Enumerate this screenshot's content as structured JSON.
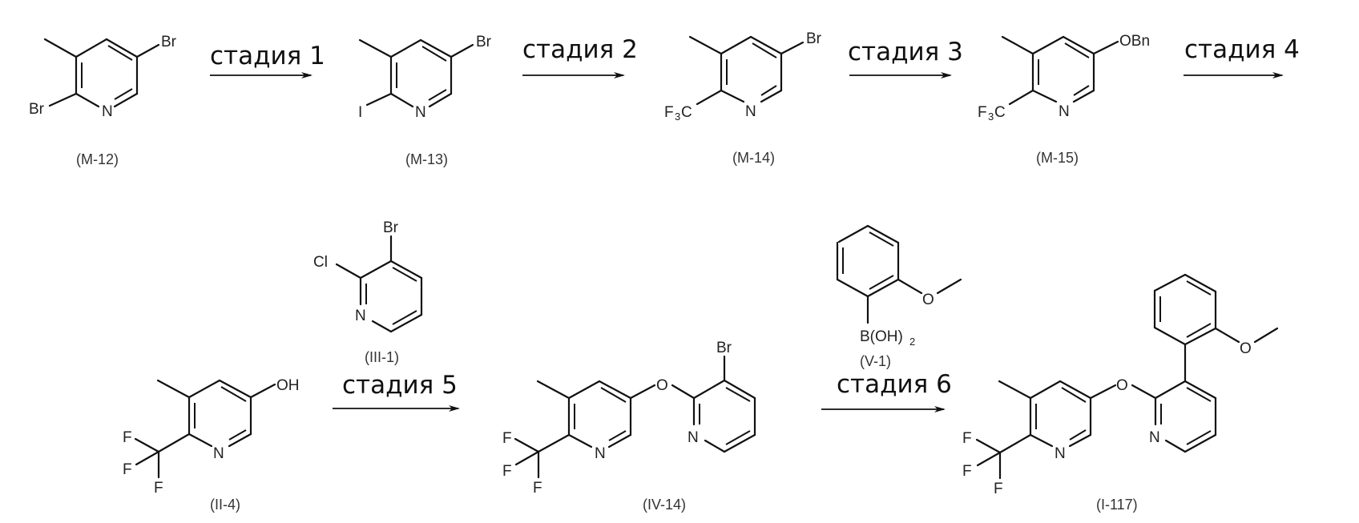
{
  "scheme": {
    "type": "reaction-scheme",
    "stages": [
      {
        "label": "стадия 1",
        "from": "M-12",
        "to": "M-13"
      },
      {
        "label": "стадия 2",
        "from": "M-13",
        "to": "M-14"
      },
      {
        "label": "стадия 3",
        "from": "M-14",
        "to": "M-15"
      },
      {
        "label": "стадия 4",
        "from": "M-15",
        "to": "II-4"
      },
      {
        "label": "стадия 5",
        "from": "II-4",
        "to": "IV-14",
        "reagent": "III-1"
      },
      {
        "label": "стадия 6",
        "from": "IV-14",
        "to": "I-117",
        "reagent": "V-1"
      }
    ],
    "compounds": {
      "M12": {
        "id": "(M-12)",
        "atoms": {
          "br_top": "Br",
          "br_left": "Br",
          "n": "N"
        }
      },
      "M13": {
        "id": "(M-13)",
        "atoms": {
          "br_top": "Br",
          "i_left": "I",
          "n": "N"
        }
      },
      "M14": {
        "id": "(M-14)",
        "atoms": {
          "br_top": "Br",
          "f3c": "F",
          "f3c_sub": "3",
          "f3c_c": "C",
          "n": "N"
        }
      },
      "M15": {
        "id": "(M-15)",
        "atoms": {
          "obn": "OBn",
          "f3c": "F",
          "f3c_sub": "3",
          "f3c_c": "C",
          "n": "N"
        }
      },
      "II4": {
        "id": "(II-4)",
        "atoms": {
          "oh": "OH",
          "f1": "F",
          "f2": "F",
          "f3": "F",
          "n": "N"
        }
      },
      "III1": {
        "id": "(III-1)",
        "atoms": {
          "br": "Br",
          "cl": "Cl",
          "n": "N"
        }
      },
      "IV14": {
        "id": "(IV-14)",
        "atoms": {
          "br": "Br",
          "o": "O",
          "f1": "F",
          "f2": "F",
          "f3": "F",
          "n1": "N",
          "n2": "N"
        }
      },
      "V1": {
        "id": "(V-1)",
        "atoms": {
          "boh": "B(OH)",
          "boh_sub": "2",
          "o": "O"
        }
      },
      "I117": {
        "id": "(I-117)",
        "atoms": {
          "o_ether": "O",
          "o_methoxy": "O",
          "f1": "F",
          "f2": "F",
          "f3": "F",
          "n1": "N",
          "n2": "N"
        }
      }
    }
  }
}
